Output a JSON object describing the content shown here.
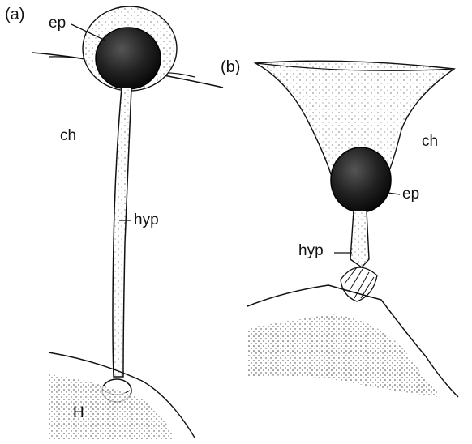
{
  "panels": [
    {
      "id": "a",
      "panel_label": "(a)",
      "labels": {
        "ep": "ep",
        "ch": "ch",
        "hyp": "hyp",
        "H": "H"
      }
    },
    {
      "id": "b",
      "panel_label": "(b)",
      "labels": {
        "ch": "ch",
        "ep": "ep",
        "hyp": "hyp"
      }
    }
  ],
  "colors": {
    "ink": "#111111",
    "background": "#ffffff"
  }
}
